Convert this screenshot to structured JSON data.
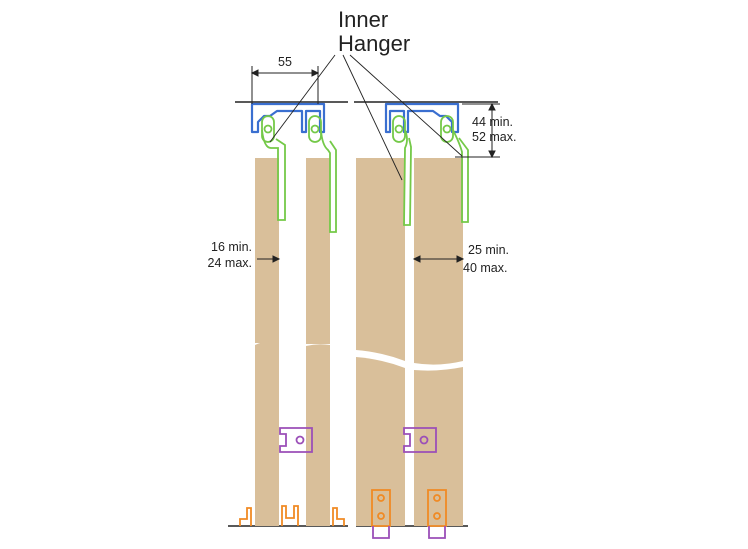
{
  "callout": {
    "line1": "Inner",
    "line2": "Hanger"
  },
  "dimensions": {
    "track_spacing": "55",
    "track_height_min": "44 min.",
    "track_height_max": "52 max.",
    "inner_gap_min": "16 min.",
    "inner_gap_max": "24 max.",
    "door_thickness_min": "25 min.",
    "door_thickness_max": "40 max."
  },
  "colors": {
    "door": "#d9bf9a",
    "track": "#3a6fd0",
    "hanger": "#74c948",
    "guide": "#9b4fb8",
    "bottom_guide": "#f08a24",
    "lines": "#222222"
  }
}
